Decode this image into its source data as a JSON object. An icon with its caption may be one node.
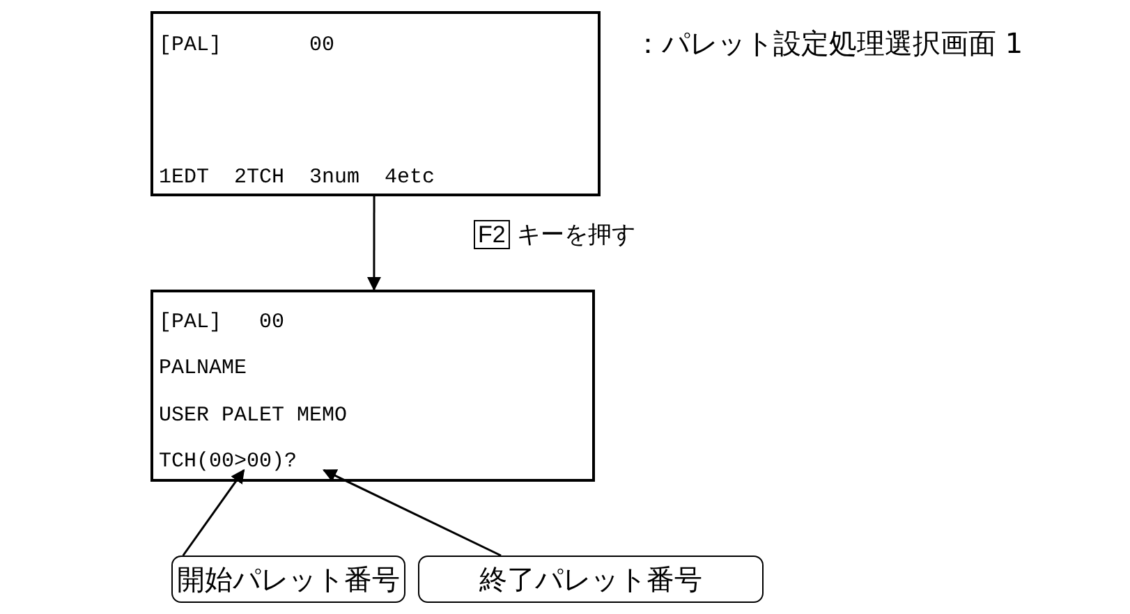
{
  "diagram": {
    "nodes": [
      {
        "text": [
          "[PAL]       00",
          "1EDT  2TCH  3num  4etc"
        ],
        "beside": [
          "：パレット設定処理選択画面 1"
        ]
      },
      {
        "text": [
          "[PAL]   00",
          "PALNAME",
          "USER PALET MEMO",
          "TCH(00>00)?"
        ]
      },
      {
        "text": [
          "開始パレット番号"
        ]
      },
      {
        "text": [
          "終了パレット番号"
        ]
      }
    ],
    "edges": [
      {
        "from": 0,
        "to": 1,
        "arrow": "to",
        "label": "F2 キーを押す"
      },
      {
        "from": 2,
        "to": 1,
        "arrow": "to"
      },
      {
        "from": 3,
        "to": 1,
        "arrow": "to"
      }
    ]
  }
}
